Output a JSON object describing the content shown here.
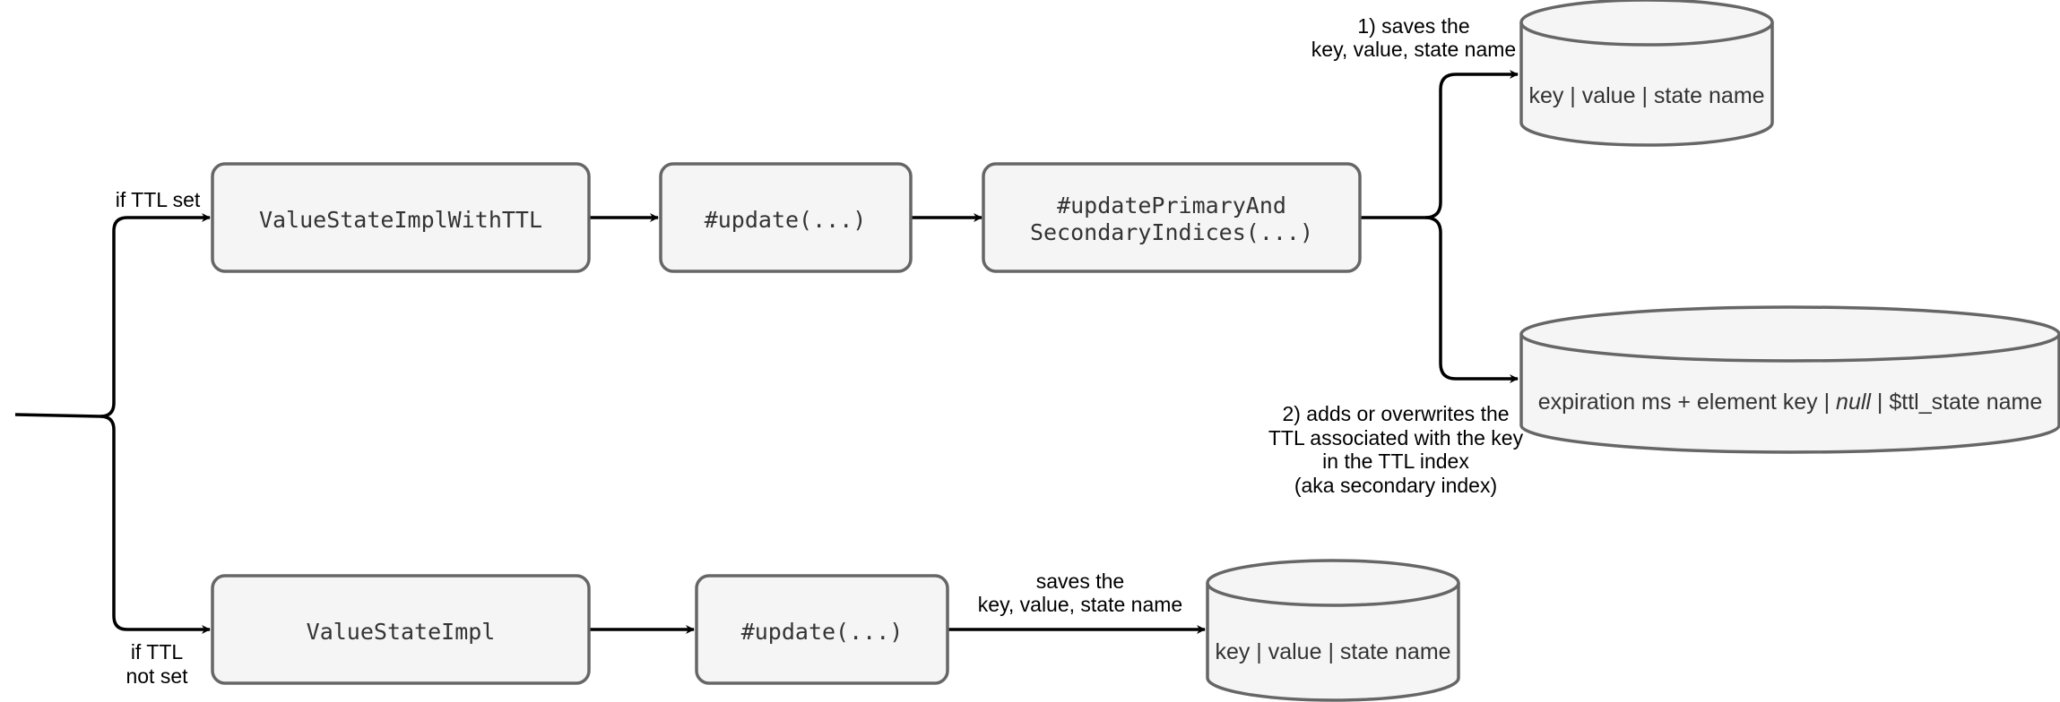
{
  "nodes": {
    "value_state_impl_with_ttl": "ValueStateImplWithTTL",
    "update_ttl": "#update(...)",
    "update_indices_line1": "#updatePrimaryAnd",
    "update_indices_line2": "SecondaryIndices(...)",
    "value_state_impl": "ValueStateImpl",
    "update_plain": "#update(...)"
  },
  "stores": {
    "primary_ttl": "key | value | state name",
    "secondary_ttl_prefix": "expiration ms + element key | ",
    "secondary_ttl_null": "null",
    "secondary_ttl_suffix": " | $ttl_state name",
    "primary_plain": "key | value | state name"
  },
  "labels": {
    "if_ttl_set": "if TTL set",
    "if_ttl_not_set_line1": "if TTL",
    "if_ttl_not_set_line2": "not set",
    "step1_line1": "1)  saves the",
    "step1_line2": "key, value, state name",
    "step2_line1": "2) adds or overwrites the",
    "step2_line2": "TTL associated with the key",
    "step2_line3": "in the TTL index",
    "step2_line4": "(aka secondary index)",
    "plain_save_line1": "saves the",
    "plain_save_line2": "key, value, state name"
  }
}
